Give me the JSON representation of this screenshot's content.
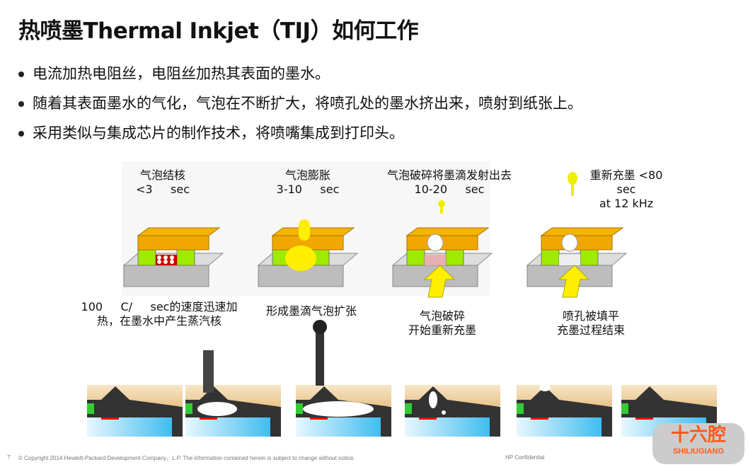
{
  "title": "热喷墨Thermal Inkjet（TIJ）如何工作",
  "bullets": [
    "电流加热电阻丝，电阻丝加热其表面的墨水。",
    "随着其表面墨水的气化，气泡在不断扩大，将喷孔处的墨水挤出来，喷射到纸张上。",
    "采用类似与集成芯片的制作技术，将喷嘴集成到打印头。"
  ],
  "stages": [
    {
      "title": "气泡结核",
      "time": "<3     sec",
      "caption1": "100     C/     sec的速度迅速加",
      "caption2": "热，在墨水中产生蒸汽核"
    },
    {
      "title": "气泡膨胀",
      "time": "3-10     sec",
      "caption1": "形成墨滴气泡扩张",
      "caption2": ""
    },
    {
      "title": "气泡破碎将墨滴发射出去",
      "time": "10-20     sec",
      "caption1": "气泡破碎",
      "caption2": "开始重新充墨"
    },
    {
      "title": "重新充墨 <80",
      "time": "sec",
      "time2": "at 12 kHz",
      "caption1": "喷孔被填平",
      "caption2": "充墨过程结束"
    }
  ],
  "footer": {
    "page": "7",
    "copyright": "© Copyright 2014 Hewlett-Packard Development Company，L.P. The information contained herein is subject to change without notice.",
    "confidential": "HP Confidential"
  },
  "watermark": {
    "text": "十六腔",
    "sub": "SHILIUGIANG"
  },
  "colors": {
    "orange": "#f5b400",
    "green": "#9eea00",
    "yellow": "#ffee00",
    "blue": "#4fc3f0",
    "gray": "#bdbdbd"
  }
}
